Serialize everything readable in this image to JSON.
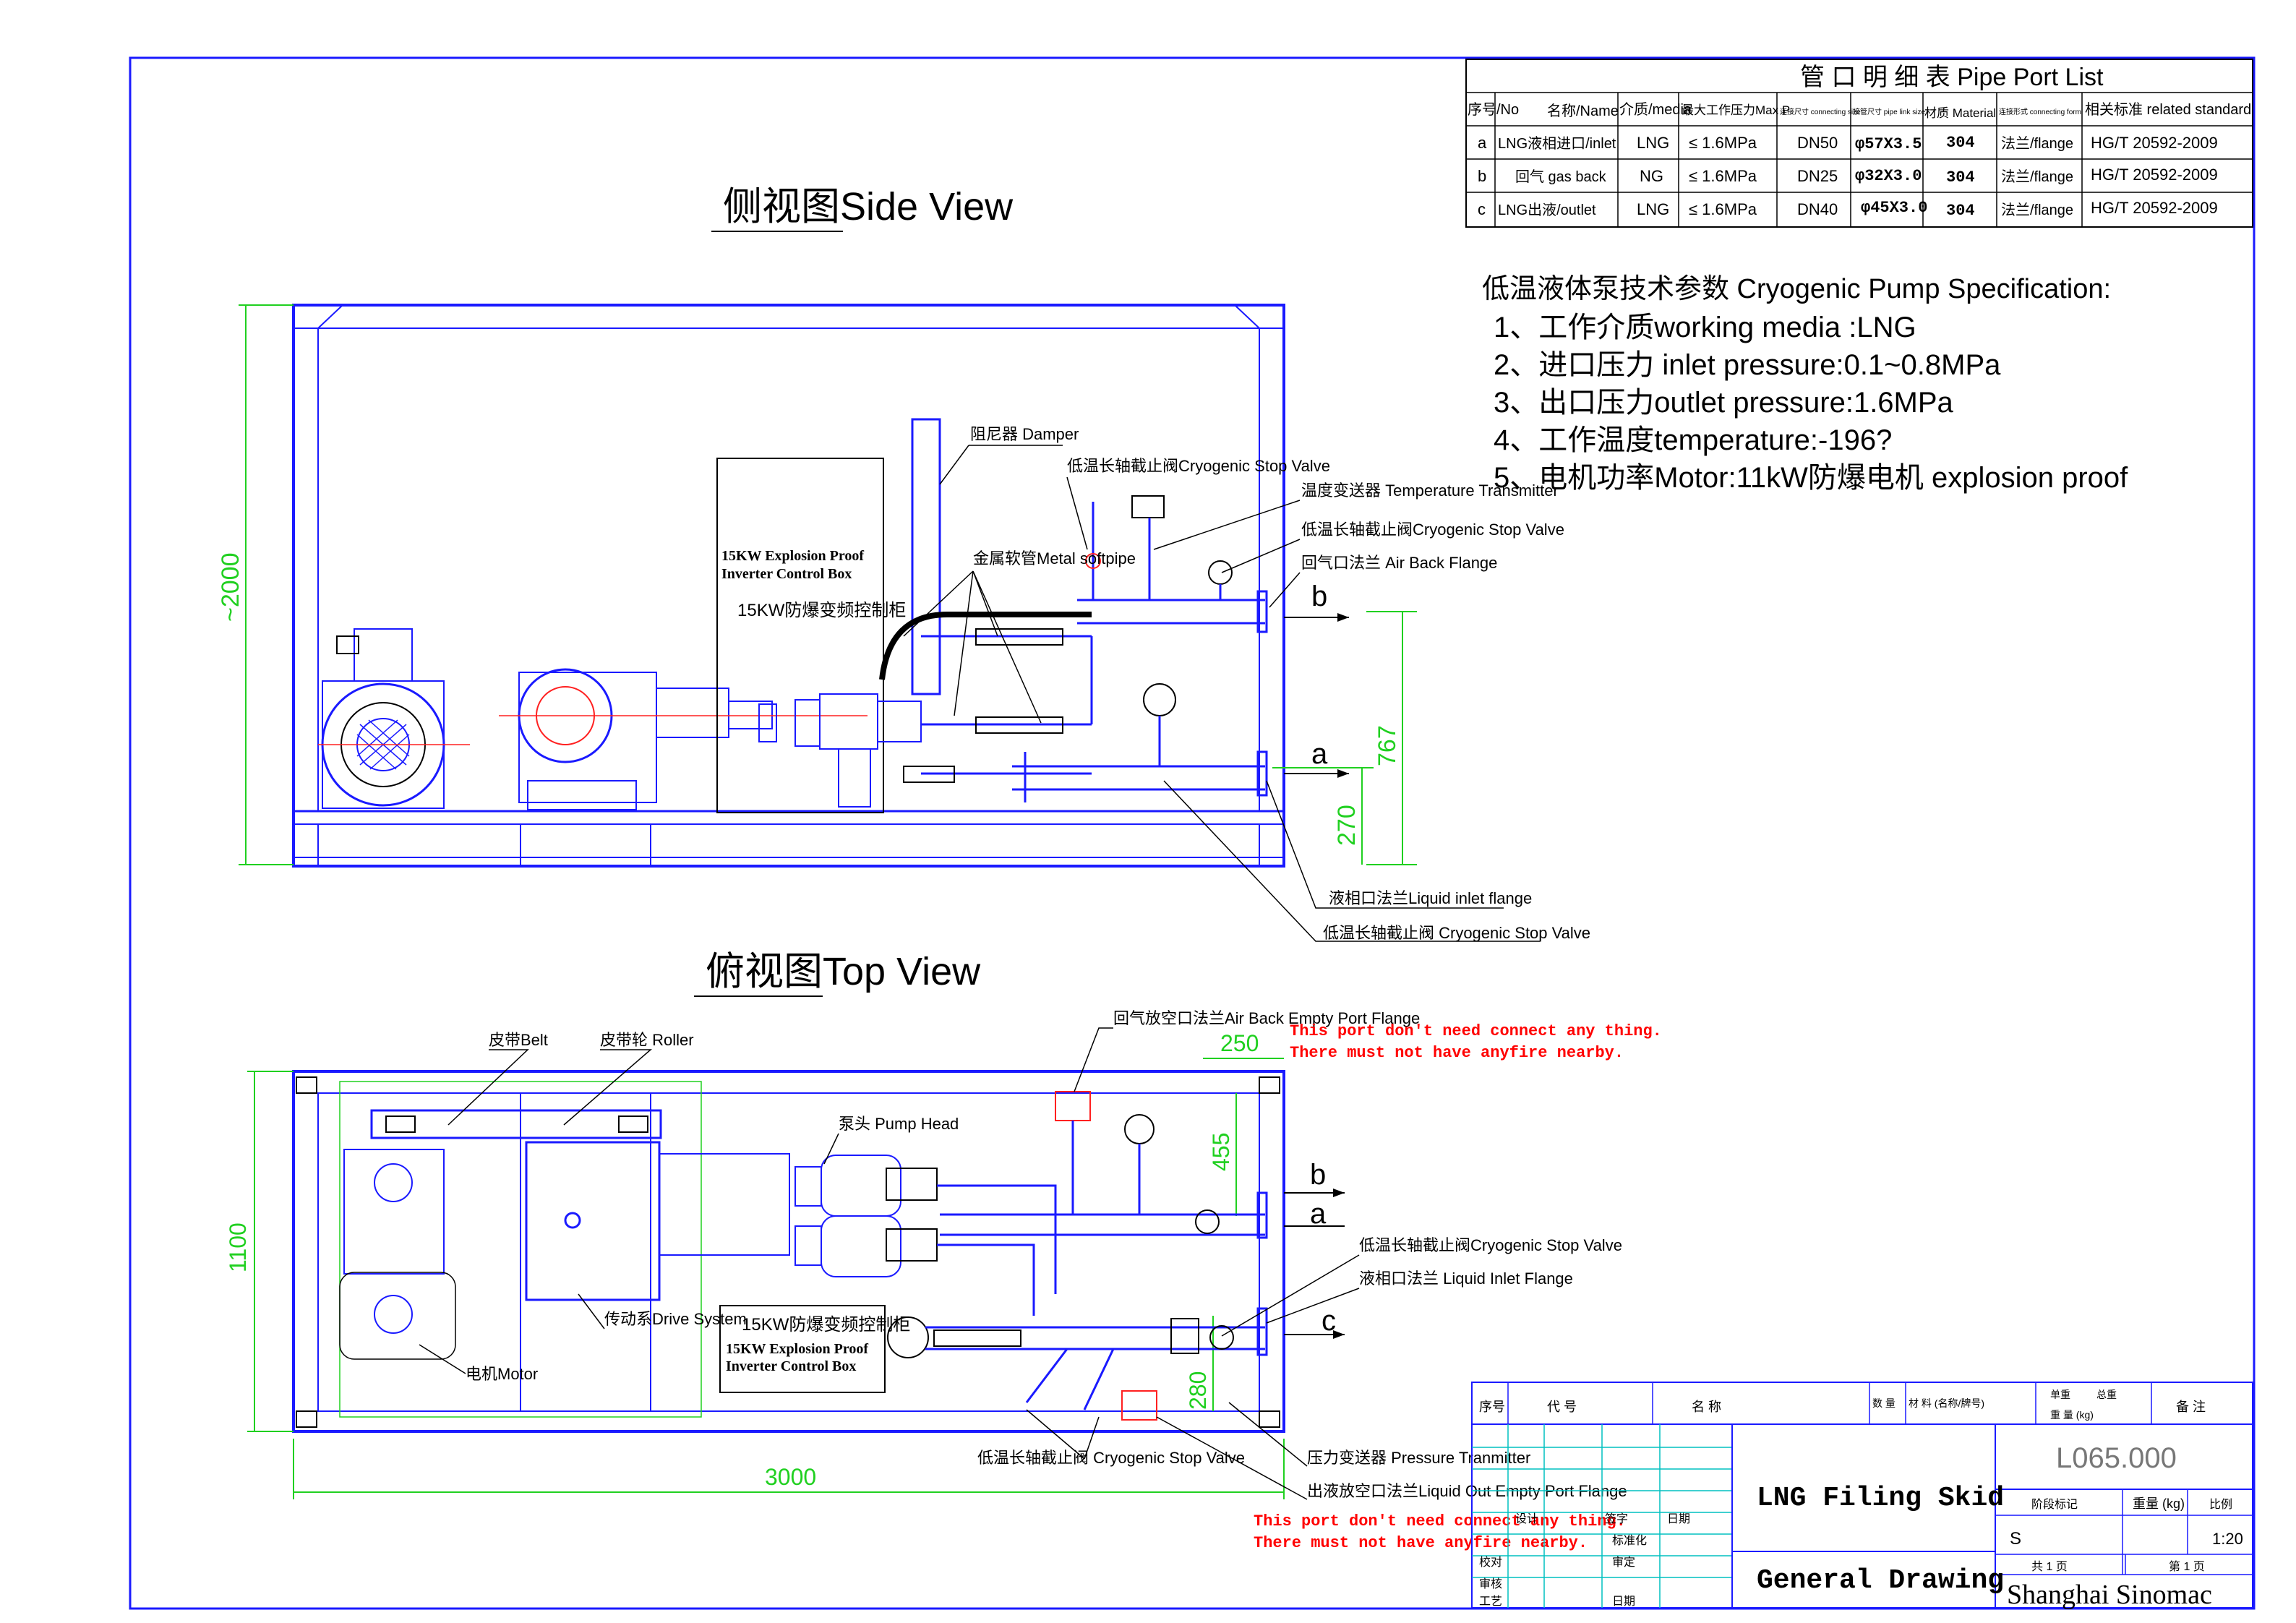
{
  "pipe_port_list": {
    "title": "管 口 明 细 表 Pipe Port List",
    "headers": {
      "no": "序号/No",
      "name": "名称/Name",
      "media": "介质/media",
      "max_p": "最大工作压力Max P",
      "conn_size": "连接尺寸 connecting size",
      "pipe_size": "接管尺寸 pipe link size",
      "material": "材质 Material",
      "conn_form": "连接形式 connecting form",
      "standard": "相关标准 related standard"
    },
    "rows": [
      {
        "no": "a",
        "name": "LNG液相进口/inlet",
        "media": "LNG",
        "max_p": "≤ 1.6MPa",
        "conn": "DN50",
        "pipe": "φ57X3.5",
        "material": "304",
        "form": "法兰/flange",
        "std": "HG/T 20592-2009"
      },
      {
        "no": "b",
        "name": "回气 gas back",
        "media": "NG",
        "max_p": "≤ 1.6MPa",
        "conn": "DN25",
        "pipe": "φ32X3.0",
        "material": "304",
        "form": "法兰/flange",
        "std": "HG/T 20592-2009"
      },
      {
        "no": "c",
        "name": "LNG出液/outlet",
        "media": "LNG",
        "max_p": "≤ 1.6MPa",
        "conn": "DN40",
        "pipe": "φ45X3.0",
        "material": "304",
        "form": "法兰/flange",
        "std": "HG/T 20592-2009"
      }
    ]
  },
  "spec": {
    "title": "低温液体泵技术参数 Cryogenic Pump Specification:",
    "lines": [
      "1、工作介质working media :LNG",
      "2、进口压力 inlet pressure:0.1~0.8MPa",
      "3、出口压力outlet pressure:1.6MPa",
      "4、工作温度temperature:-196?",
      "5、电机功率Motor:11kW防爆电机 explosion proof"
    ]
  },
  "side_view": {
    "title": "侧视图Side View",
    "dim_height": "~2000",
    "dim_767": "767",
    "dim_270": "270",
    "label_b": "b",
    "label_a": "a",
    "control_box_en": "15KW Explosion Proof\nInverter Control Box",
    "control_box_cn": "15KW防爆变频控制柜",
    "callouts": {
      "damper": "阻尼器 Damper",
      "stop_valve_1": "低温长轴截止阀Cryogenic Stop Valve",
      "temp_tx": "温度变送器 Temperature Transmitter",
      "metal_soft": "金属软管Metal softpipe",
      "stop_valve_2": "低温长轴截止阀Cryogenic Stop Valve",
      "air_back": "回气口法兰 Air Back Flange",
      "liquid_inlet": "液相口法兰Liquid inlet flange",
      "stop_valve_3": "低温长轴截止阀 Cryogenic Stop Valve"
    }
  },
  "top_view": {
    "title": "俯视图Top View",
    "dim_width": "3000",
    "dim_depth": "1100",
    "dim_250": "250",
    "dim_455": "455",
    "dim_280": "280",
    "label_b": "b",
    "label_a": "a",
    "label_c": "c",
    "control_box_cn": "15KW防爆变频控制柜",
    "control_box_en": "15KW Explosion Proof\nInverter Control Box",
    "callouts": {
      "belt": "皮带Belt",
      "roller": "皮带轮 Roller",
      "pump_head": "泵头 Pump Head",
      "air_back_empty": "回气放空口法兰Air Back Empty Port Flange",
      "stop_valve_a": "低温长轴截止阀Cryogenic Stop Valve",
      "liquid_inlet": "液相口法兰 Liquid Inlet Flange",
      "drive": "传动系Drive System",
      "motor": "电机Motor",
      "stop_valve_b": "低温长轴截止阀 Cryogenic Stop Valve",
      "pressure_tx": "压力变送器 Pressure Tranmitter",
      "liquid_out": "出液放空口法兰Liquid Out Empty Port Flange"
    },
    "warning_top": "This port don't need connect any thing.\nThere must not have anyfire nearby.",
    "warning_bottom": "This port don't need connect any thing.\nThere must not have anyfire nearby."
  },
  "title_block": {
    "col_seq": "序号",
    "col_code": "代 号",
    "col_name": "名 称",
    "col_qty": "数 量",
    "col_mat": "材 料 (名称/牌号)",
    "col_single": "单重",
    "col_total": "总重",
    "col_weight": "重 量 (kg)",
    "col_remark": "备 注",
    "drawing_no": "L065.000",
    "drawing_name": "LNG Filing Skid",
    "drawing_type": "General Drawing",
    "company": "Shanghai Sinomac",
    "stage_mark": "阶段标记",
    "weight_kg": "重量 (kg)",
    "scale_label": "比例",
    "stage": "S",
    "scale": "1:20",
    "sheets_total": "共 1 页",
    "sheet_no": "第 1 页",
    "labels": [
      "设计",
      "签字",
      "日期",
      "标准化",
      "校对",
      "审定",
      "审核",
      "工艺",
      "日期"
    ]
  },
  "colors": {
    "frame": "#1a1aff",
    "dimension": "#20d020",
    "warning": "#ff0000",
    "line": "#000000"
  }
}
